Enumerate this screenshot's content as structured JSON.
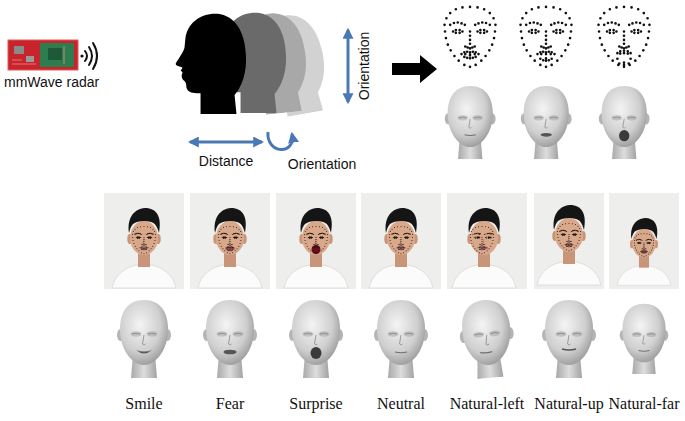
{
  "diagram": {
    "labels": [
      "mmWave radar",
      "Orientation",
      "Distance",
      "Orientation",
      "Smile",
      "Fear",
      "Surprise",
      "Neutral",
      "Natural-left",
      "Natural-up",
      "Natural-far"
    ]
  }
}
